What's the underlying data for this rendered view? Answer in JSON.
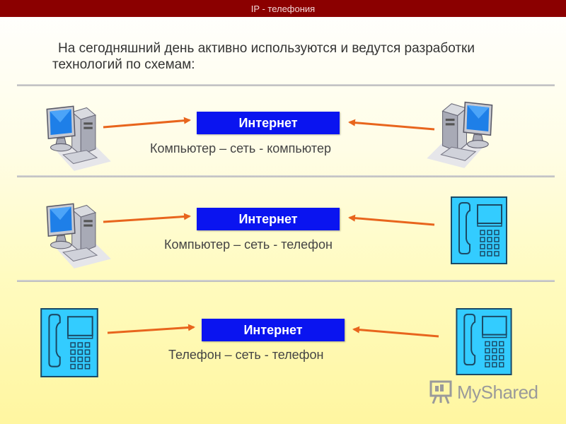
{
  "header": {
    "title": "IP - телефония"
  },
  "intro": {
    "text": "На сегодняшний день активно используются и ведутся разработки технологий по схемам:"
  },
  "schemes": [
    {
      "network_label": "Интернет",
      "caption": "Компьютер – сеть - компьютер",
      "left_device": "computer-icon",
      "right_device": "computer-icon"
    },
    {
      "network_label": "Интернет",
      "caption": "Компьютер – сеть - телефон",
      "left_device": "computer-icon",
      "right_device": "phone-icon"
    },
    {
      "network_label": "Интернет",
      "caption": "Телефон – сеть - телефон",
      "left_device": "phone-icon",
      "right_device": "phone-icon"
    }
  ],
  "watermark": {
    "text": "MyShared"
  },
  "colors": {
    "header": "#8b0000",
    "network_box": "#0a14f0",
    "arrow": "#e8651d",
    "phone": "#33ccff"
  }
}
